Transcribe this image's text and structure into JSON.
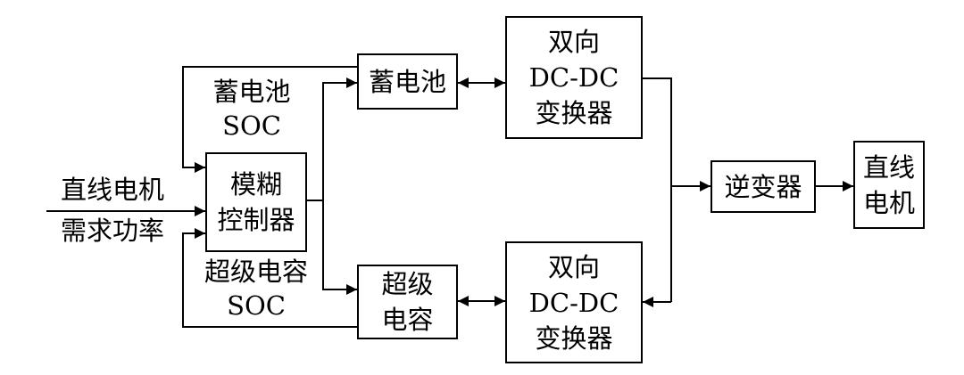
{
  "diagram": {
    "nodes": {
      "battery": {
        "lines": [
          "蓄电池"
        ]
      },
      "supercap": {
        "lines": [
          "超级",
          "电容"
        ]
      },
      "fuzzy": {
        "lines": [
          "模糊",
          "控制器"
        ]
      },
      "dcdc_top": {
        "lines": [
          "双向",
          "DC-DC",
          "变换器"
        ]
      },
      "dcdc_bottom": {
        "lines": [
          "双向",
          "DC-DC",
          "变换器"
        ]
      },
      "inverter": {
        "lines": [
          "逆变器"
        ]
      },
      "motor": {
        "lines": [
          "直线",
          "电机"
        ]
      }
    },
    "labels": {
      "battery_soc": {
        "lines": [
          "蓄电池",
          "SOC"
        ]
      },
      "supercap_soc": {
        "lines": [
          "超级电容",
          "SOC"
        ]
      },
      "motor_demand": {
        "lines": [
          "直线电机",
          "需求功率"
        ]
      }
    },
    "colors": {
      "stroke": "#000000",
      "fill": "#ffffff"
    }
  }
}
